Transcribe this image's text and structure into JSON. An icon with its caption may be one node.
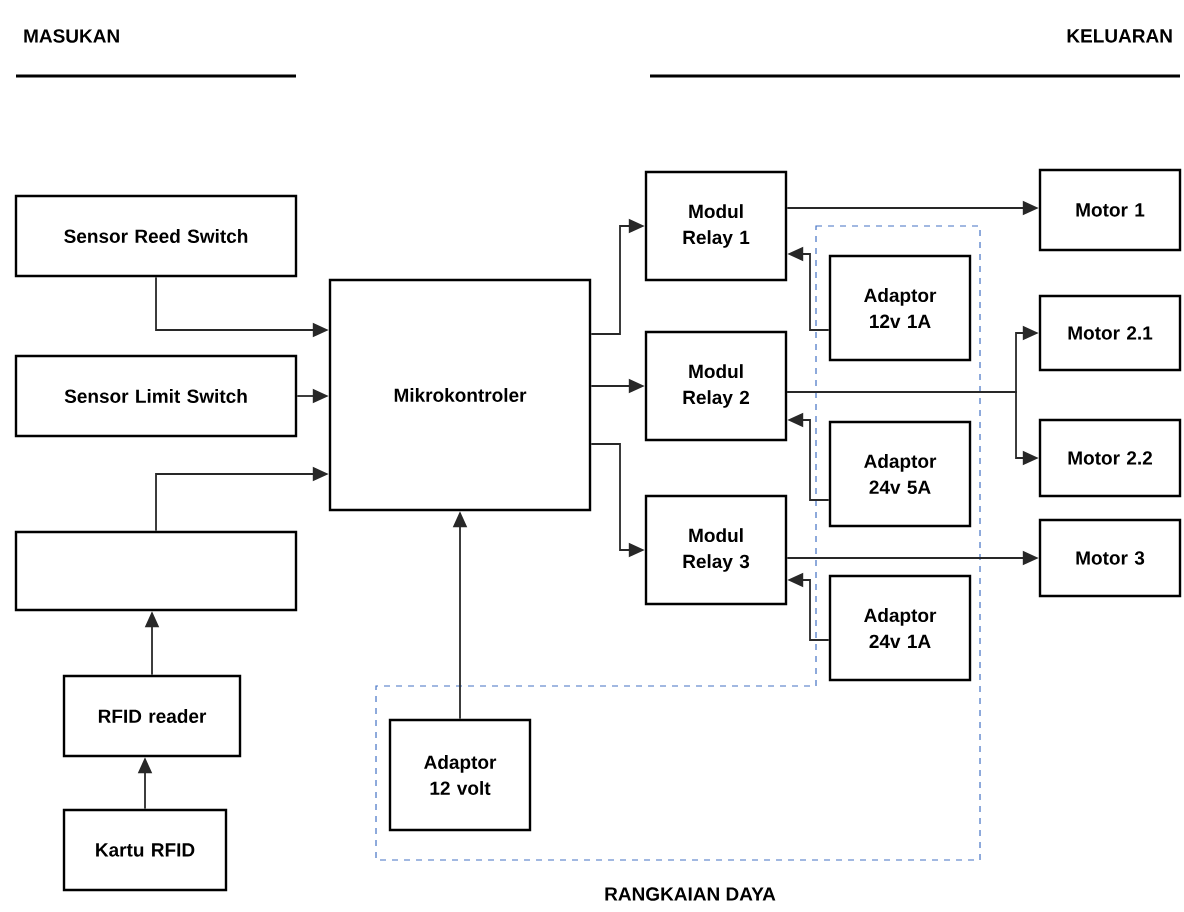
{
  "diagram": {
    "nodes": [
      {
        "text": [
          "Sensor Reed Switch"
        ]
      },
      {
        "text": [
          "Sensor Limit Switch"
        ]
      },
      {
        "text": [],
        "shape": "box"
      },
      {
        "text": [
          "RFID reader"
        ]
      },
      {
        "text": [
          "Kartu RFID"
        ]
      },
      {
        "text": [
          "Mikrokontroler"
        ]
      },
      {
        "text": [
          "Modul Relay 1"
        ]
      },
      {
        "text": [
          "Modul Relay 2"
        ]
      },
      {
        "text": [
          "Modul Relay 3"
        ]
      },
      {
        "text": [
          "Adaptor 12v 1A"
        ]
      },
      {
        "text": [
          "Adaptor 24v 5A"
        ]
      },
      {
        "text": [
          "Adaptor 24v 1A"
        ]
      },
      {
        "text": [
          "Adaptor 12 volt"
        ]
      },
      {
        "text": [
          "Motor 1"
        ]
      },
      {
        "text": [
          "Motor 2.1"
        ]
      },
      {
        "text": [
          "Motor 2.2"
        ]
      },
      {
        "text": [
          "Motor 3"
        ]
      }
    ],
    "edges": [
      {
        "from": 0,
        "to": 5,
        "arrow": "to"
      },
      {
        "from": 1,
        "to": 5,
        "arrow": "to"
      },
      {
        "from": 2,
        "to": 5,
        "arrow": "to"
      },
      {
        "from": 3,
        "to": 2,
        "arrow": "to"
      },
      {
        "from": 4,
        "to": 3,
        "arrow": "to"
      },
      {
        "from": 12,
        "to": 5,
        "arrow": "to"
      },
      {
        "from": 5,
        "to": 6,
        "arrow": "to"
      },
      {
        "from": 5,
        "to": 7,
        "arrow": "to"
      },
      {
        "from": 5,
        "to": 8,
        "arrow": "to"
      },
      {
        "from": 9,
        "to": 6,
        "arrow": "to"
      },
      {
        "from": 10,
        "to": 7,
        "arrow": "to"
      },
      {
        "from": 11,
        "to": 8,
        "arrow": "to"
      },
      {
        "from": 6,
        "to": 13,
        "arrow": "to"
      },
      {
        "from": 7,
        "to": 14,
        "arrow": "to"
      },
      {
        "from": 7,
        "to": 15,
        "arrow": "to"
      },
      {
        "from": 8,
        "to": 16,
        "arrow": "to"
      }
    ],
    "labels": [
      "MASUKAN",
      "KELUARAN",
      "RANGKAIAN DAYA"
    ]
  }
}
